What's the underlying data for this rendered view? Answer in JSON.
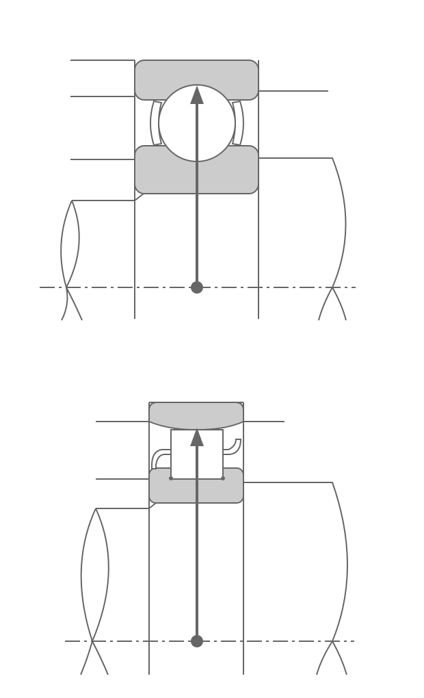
{
  "diagram": {
    "colors": {
      "stroke": "#666666",
      "ring_fill": "#cccccc",
      "background": "#ffffff"
    },
    "figures": [
      {
        "id": "ball-bearing",
        "element": "ball",
        "arrow": "radial-load-upward"
      },
      {
        "id": "cylindrical-roller-bearing",
        "element": "roller",
        "arrow": "radial-load-upward"
      }
    ]
  }
}
